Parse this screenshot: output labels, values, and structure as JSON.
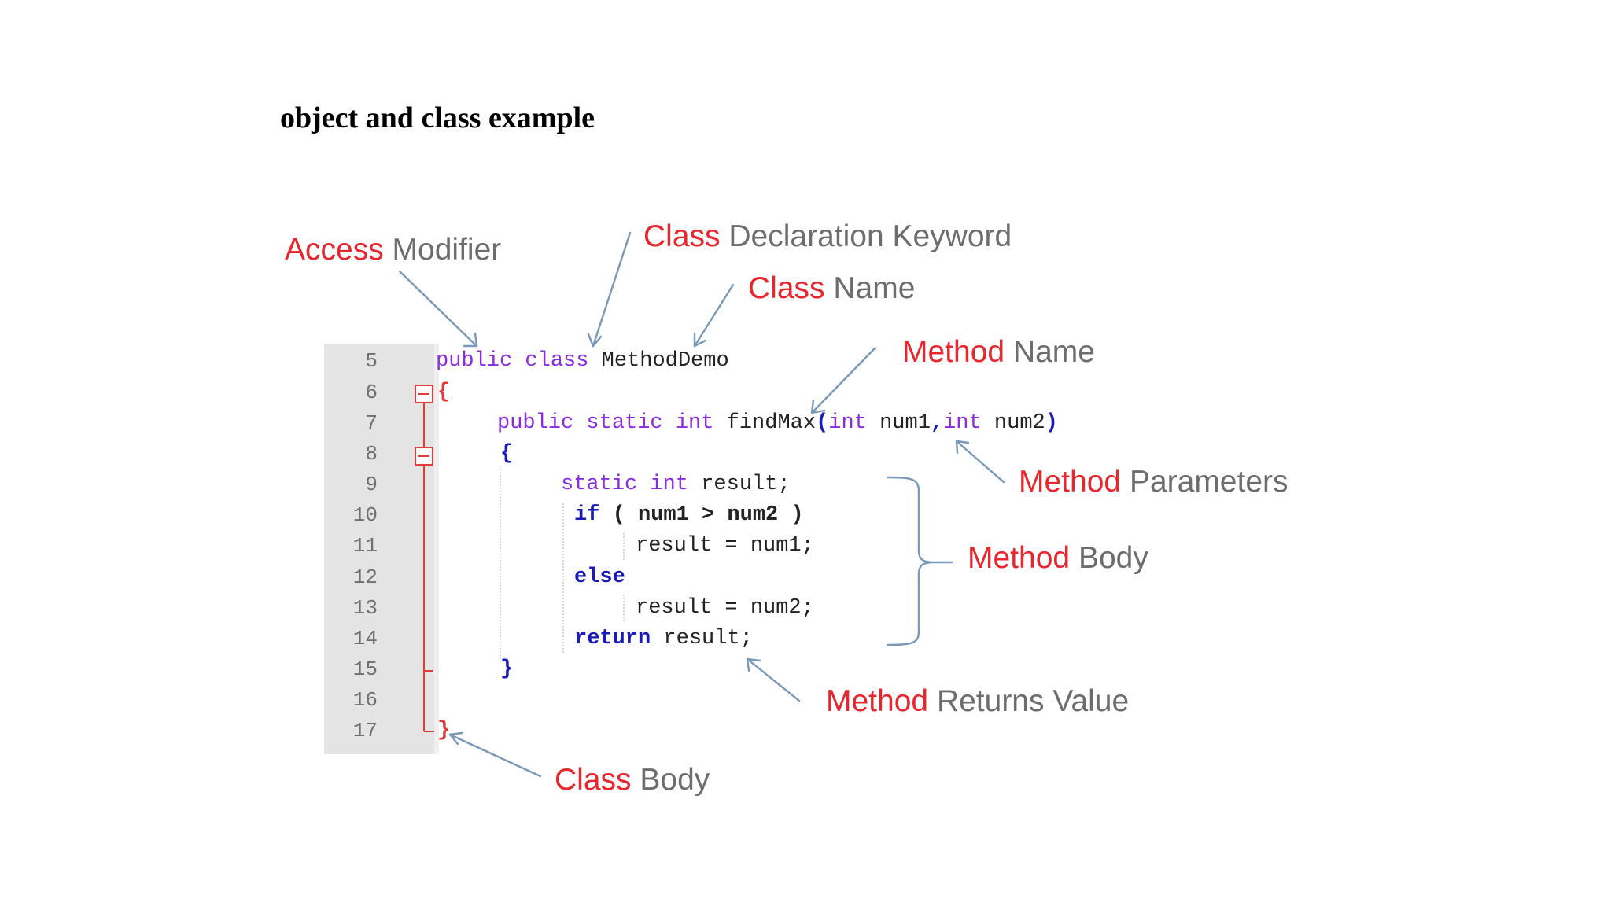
{
  "title": "object and class example",
  "code": {
    "line_numbers": [
      "5",
      "6",
      "7",
      "8",
      "9",
      "10",
      "11",
      "12",
      "13",
      "14",
      "15",
      "16",
      "17"
    ],
    "lines": {
      "l5": {
        "kw1": "public",
        "kw2": "class",
        "name": "MethodDemo"
      },
      "l6": {
        "brace": "{"
      },
      "l7": {
        "kw1": "public",
        "kw2": "static",
        "kw3": "int",
        "name": "findMax",
        "paren_open": "(",
        "ptype1": "int",
        "pname1": "num1",
        "comma": ",",
        "ptype2": "int",
        "pname2": "num2",
        "paren_close": ")"
      },
      "l8": {
        "brace": "{"
      },
      "l9": {
        "kw1": "static",
        "kw2": "int",
        "rest": "result;"
      },
      "l10": {
        "kw": "if",
        "rest": "( num1 > num2 )"
      },
      "l11": {
        "rest": "result = num1;"
      },
      "l12": {
        "kw": "else"
      },
      "l13": {
        "rest": "result = num2;"
      },
      "l14": {
        "kw": "return",
        "rest": "result;"
      },
      "l15": {
        "brace": "}"
      },
      "l17": {
        "brace": "}"
      }
    }
  },
  "annotations": {
    "access_modifier": {
      "red": "Access",
      "gray": "Modifier"
    },
    "class_decl_keyword": {
      "red": "Class",
      "gray": "Declaration Keyword"
    },
    "class_name": {
      "red": "Class",
      "gray": "Name"
    },
    "method_name": {
      "red": "Method",
      "gray": "Name"
    },
    "method_parameters": {
      "red": "Method",
      "gray": "Parameters"
    },
    "method_body": {
      "red": "Method",
      "gray": "Body"
    },
    "method_returns": {
      "red": "Method",
      "gray": "Returns Value"
    },
    "class_body": {
      "red": "Class",
      "gray": "Body"
    }
  },
  "colors": {
    "annotation_red": "#e8262e",
    "annotation_gray": "#6d6d6d",
    "keyword_purple": "#8a2be2",
    "keyword_blue": "#1a1ab8",
    "arrow_blue": "#7a98b8",
    "fold_red": "#e03a3a"
  }
}
